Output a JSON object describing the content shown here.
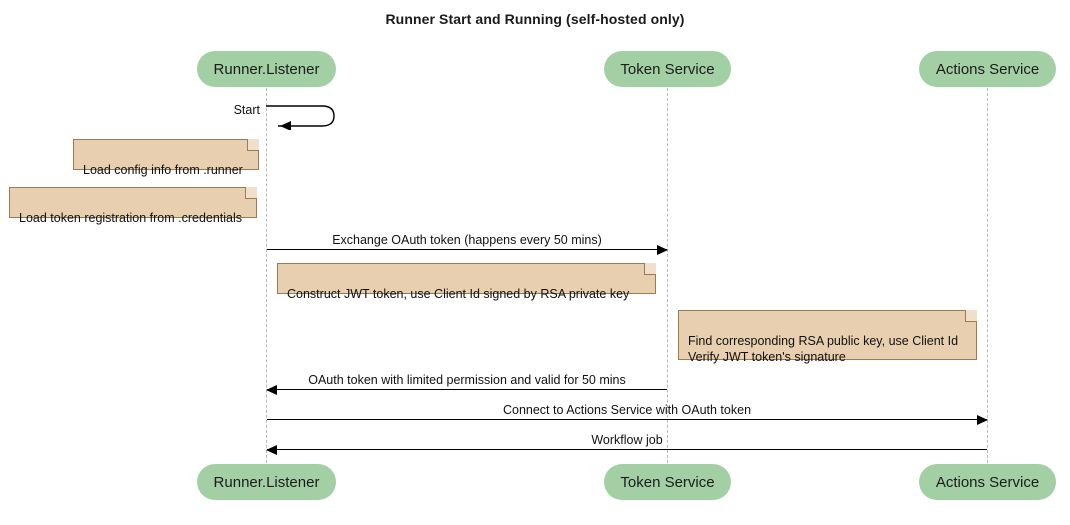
{
  "diagram": {
    "title": "Runner Start and Running (self-hosted only)",
    "type": "sequence-diagram",
    "colors": {
      "participant_fill": "#a3cfa5",
      "note_fill": "#e8cfb0",
      "note_border": "#9a7b52",
      "lifeline": "#b9b9b9",
      "line": "#000000"
    }
  },
  "participants": [
    {
      "id": "runner",
      "label": "Runner.Listener"
    },
    {
      "id": "token",
      "label": "Token Service"
    },
    {
      "id": "actions",
      "label": "Actions Service"
    }
  ],
  "participants_bottom": [
    {
      "id": "runner",
      "label": "Runner.Listener"
    },
    {
      "id": "token",
      "label": "Token Service"
    },
    {
      "id": "actions",
      "label": "Actions Service"
    }
  ],
  "self_messages": [
    {
      "id": "start",
      "label": "Start",
      "from": "runner",
      "to": "runner"
    }
  ],
  "notes": [
    {
      "id": "note-config",
      "text": "Load config info from .runner"
    },
    {
      "id": "note-credentials",
      "text": "Load token registration from .credentials"
    },
    {
      "id": "note-jwt",
      "text": "Construct JWT token, use Client Id signed by RSA private key"
    },
    {
      "id": "note-verify",
      "text": "Find corresponding RSA public key, use Client Id\nVerify JWT token's signature"
    }
  ],
  "messages": [
    {
      "id": "msg-exchange",
      "label": "Exchange OAuth token (happens every 50 mins)",
      "from": "runner",
      "to": "token",
      "direction": "right"
    },
    {
      "id": "msg-oauth-return",
      "label": "OAuth token with limited permission and valid for 50 mins",
      "from": "token",
      "to": "runner",
      "direction": "left"
    },
    {
      "id": "msg-connect",
      "label": "Connect to Actions Service with OAuth token",
      "from": "runner",
      "to": "actions",
      "direction": "right"
    },
    {
      "id": "msg-workflow",
      "label": "Workflow job",
      "from": "actions",
      "to": "runner",
      "direction": "left"
    }
  ]
}
